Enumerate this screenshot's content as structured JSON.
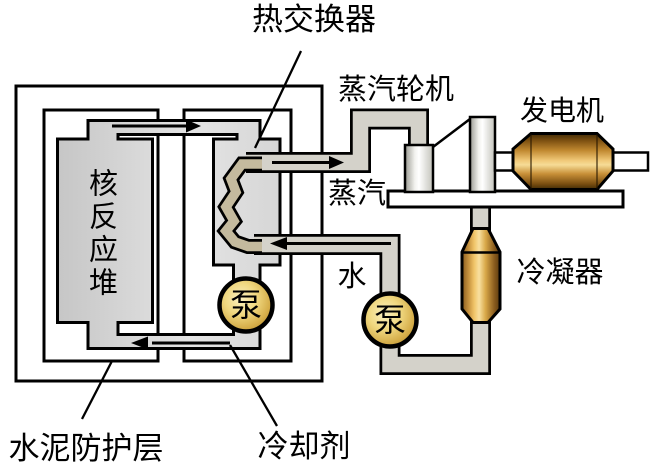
{
  "diagram": {
    "type": "nuclear-power-plant-schematic",
    "labels": {
      "heat_exchanger": "热交换器",
      "steam_turbine": "蒸汽轮机",
      "generator": "发电机",
      "steam": "蒸汽",
      "water": "水",
      "condenser": "冷凝器",
      "reactor": "核反应堆",
      "pump": "泵",
      "cement_shield": "水泥防护层",
      "coolant": "冷却剂"
    },
    "flow_arrows": [
      "arrow-right-reactor-to-heat-exchanger",
      "arrow-left-heat-exchanger-to-reactor",
      "arrow-right-steam-to-turbine",
      "arrow-left-water-to-heat-exchanger"
    ],
    "colors": {
      "line": "#000000",
      "background": "#ffffff",
      "vessel_fill": "#d9d9d9",
      "pipe_fill": "#d4d2ca",
      "coil_fill": "#c4ba9e",
      "gold_light": "#f0c878",
      "gold_dark": "#5a3a0e",
      "pump_gold": "#e8c860"
    }
  }
}
